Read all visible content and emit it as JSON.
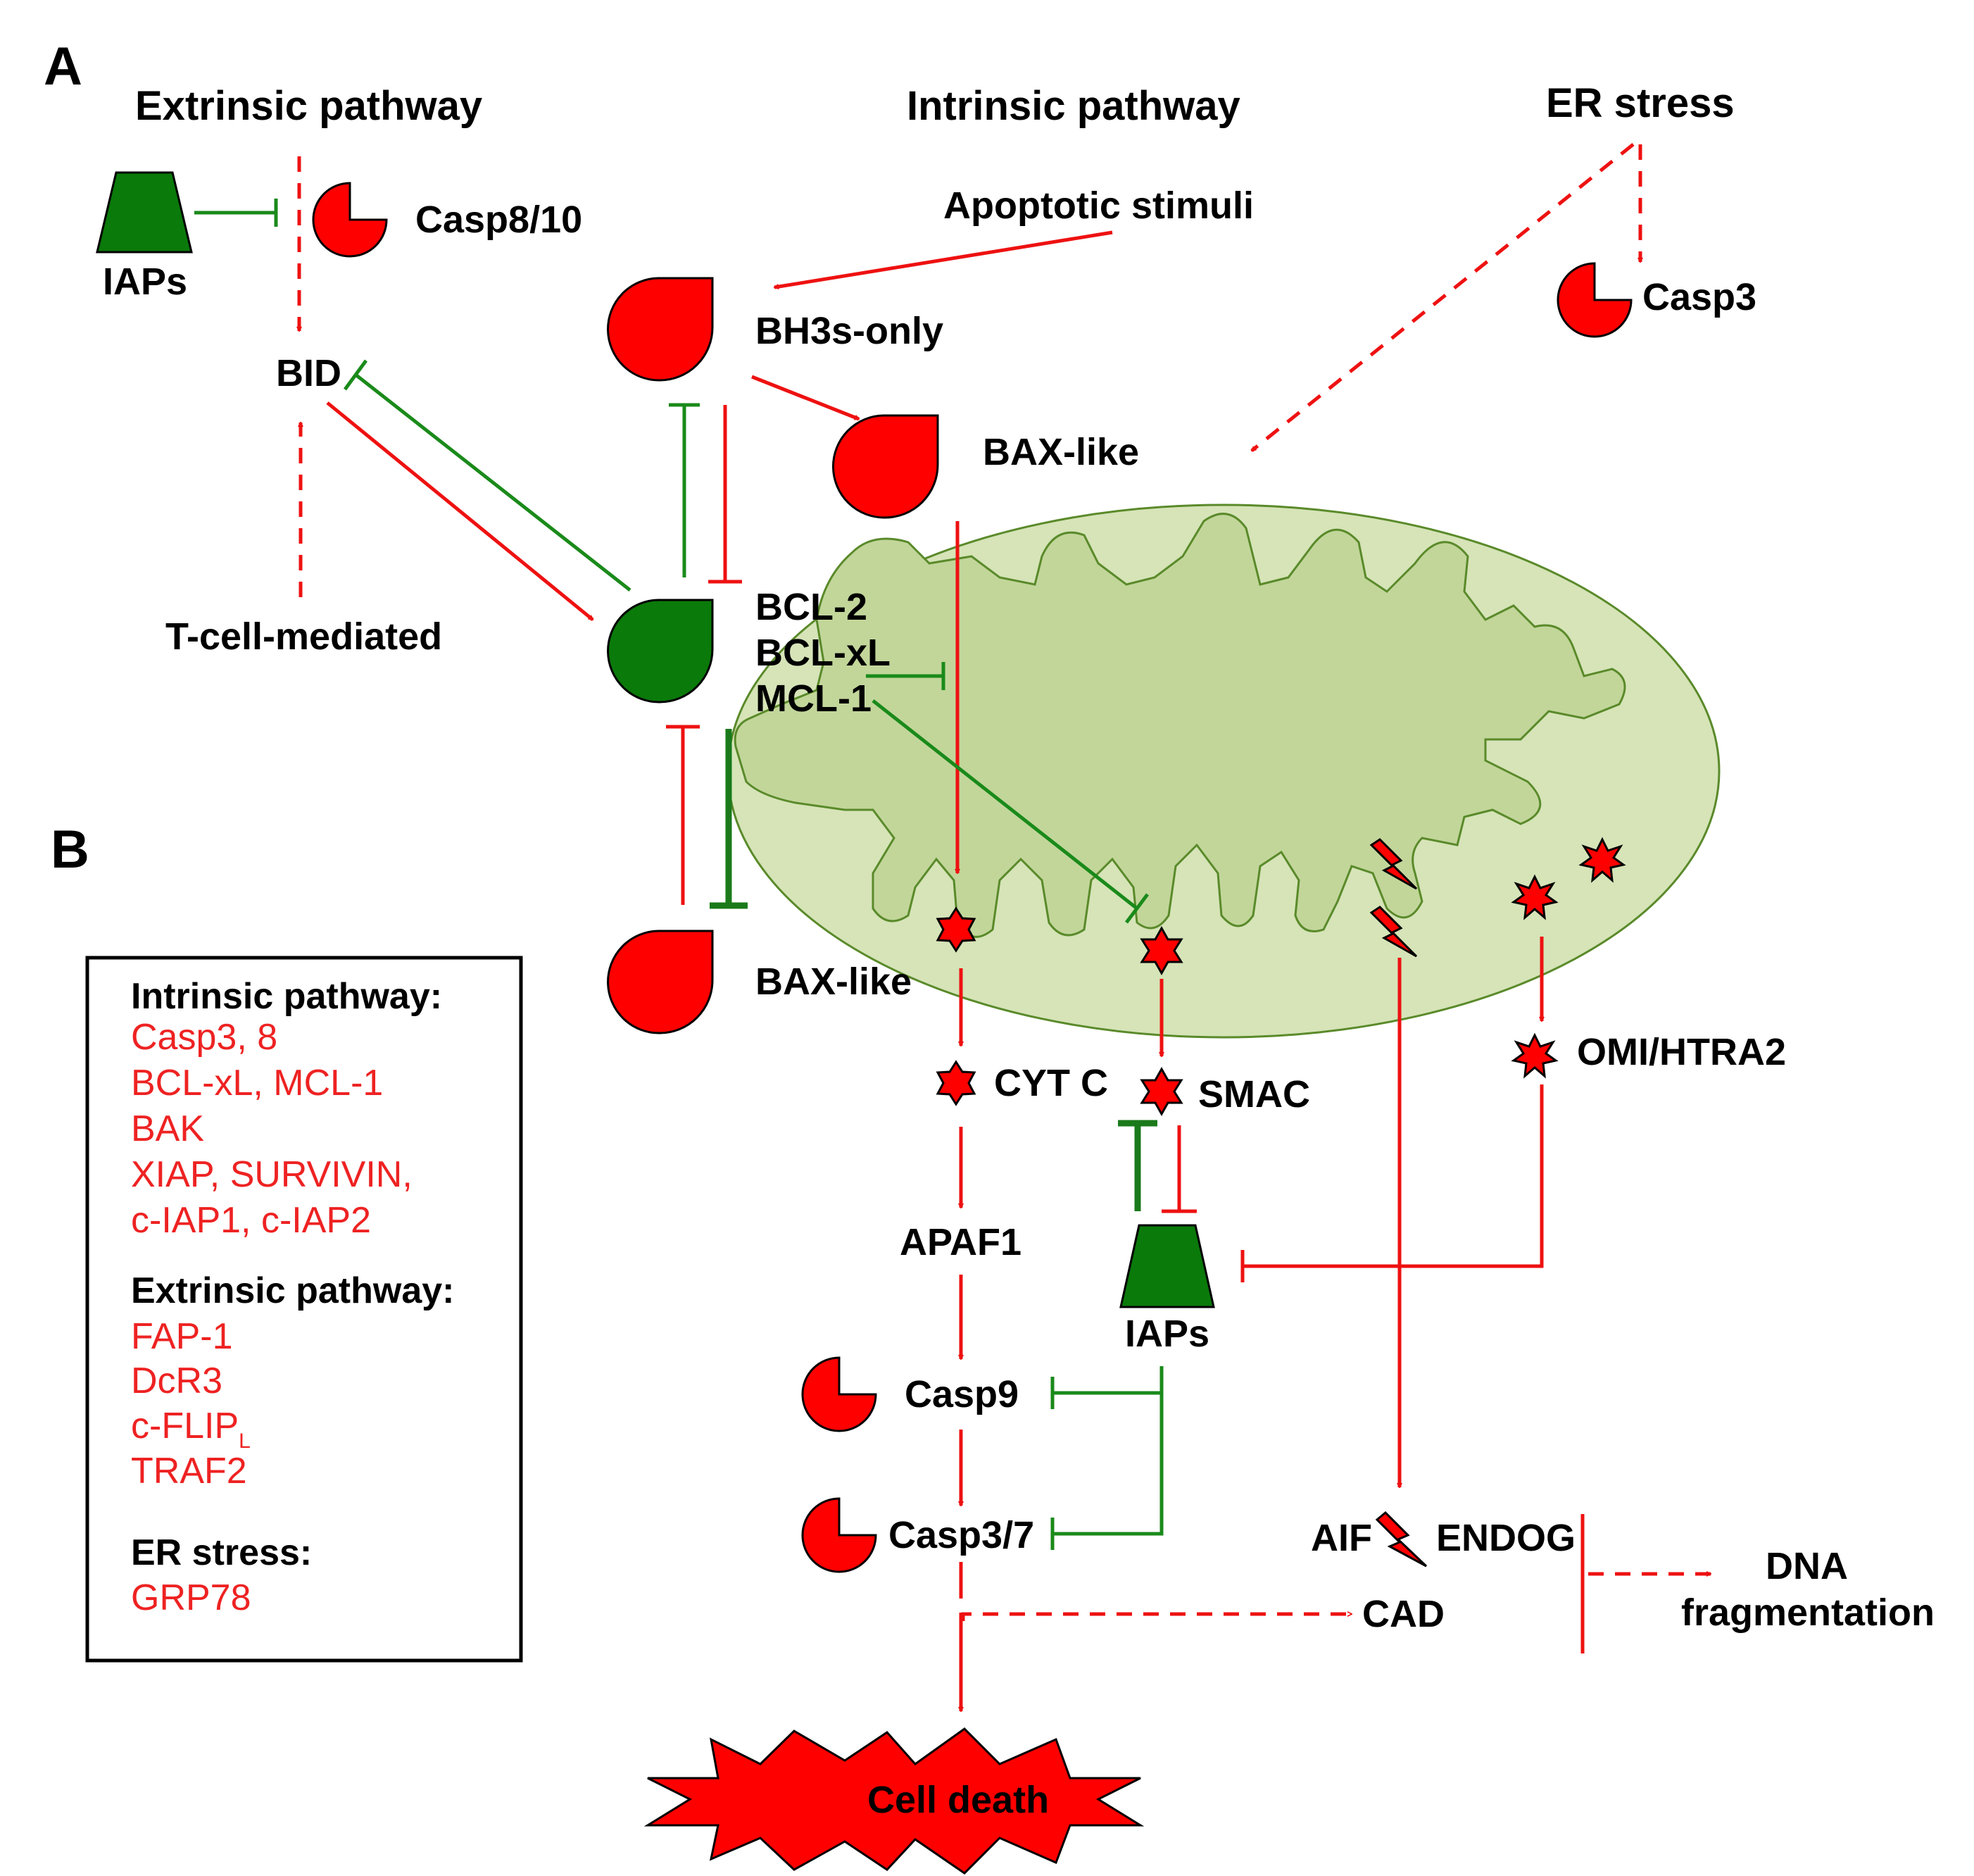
{
  "panels": {
    "a": "A",
    "b": "B"
  },
  "headers": {
    "extrinsic": "Extrinsic pathway",
    "intrinsic": "Intrinsic pathway",
    "er_stress": "ER stress"
  },
  "nodes": {
    "iaps_top": "IAPs",
    "casp8_10": "Casp8/10",
    "bid": "BID",
    "t_cell": "T-cell-mediated",
    "apoptotic_stimuli": "Apoptotic stimuli",
    "bh3s_only": "BH3s-only",
    "bax_like_top": "BAX-like",
    "casp3_er": "Casp3",
    "bcl2": "BCL-2",
    "bclxl": "BCL-xL",
    "mcl1": "MCL-1",
    "bax_like_bottom": "BAX-like",
    "cyt_c": "CYT C",
    "smac": "SMAC",
    "omi_htra2": "OMI/HTRA2",
    "apaf1": "APAF1",
    "iaps_mid": "IAPs",
    "casp9": "Casp9",
    "casp3_7": "Casp3/7",
    "aif": "AIF",
    "endog": "ENDOG",
    "cad": "CAD",
    "dna_line1": "DNA",
    "dna_line2": "fragmentation",
    "cell_death": "Cell death"
  },
  "legend": {
    "intrinsic_title": "Intrinsic pathway:",
    "intrinsic_items": [
      "Casp3, 8",
      "BCL-xL, MCL-1",
      "BAK",
      "XIAP, SURVIVIN,",
      "c-IAP1, c-IAP2"
    ],
    "extrinsic_title": "Extrinsic pathway:",
    "extrinsic_items": [
      "FAP-1",
      "DcR3"
    ],
    "cflip_main": "c-FLIP",
    "cflip_sub": "L",
    "traf2": "TRAF2",
    "er_title": "ER stress:",
    "er_items": [
      "GRP78"
    ]
  },
  "colors": {
    "activation": "#ee1111",
    "inhibition_green": "#1a8a1a",
    "pro_apoptotic_shape": "#ff0000",
    "anti_apoptotic_shape": "#0a7a0a",
    "mitochondrion_outer": "#d6e4b8",
    "mitochondrion_inner": "#c2d69a"
  }
}
